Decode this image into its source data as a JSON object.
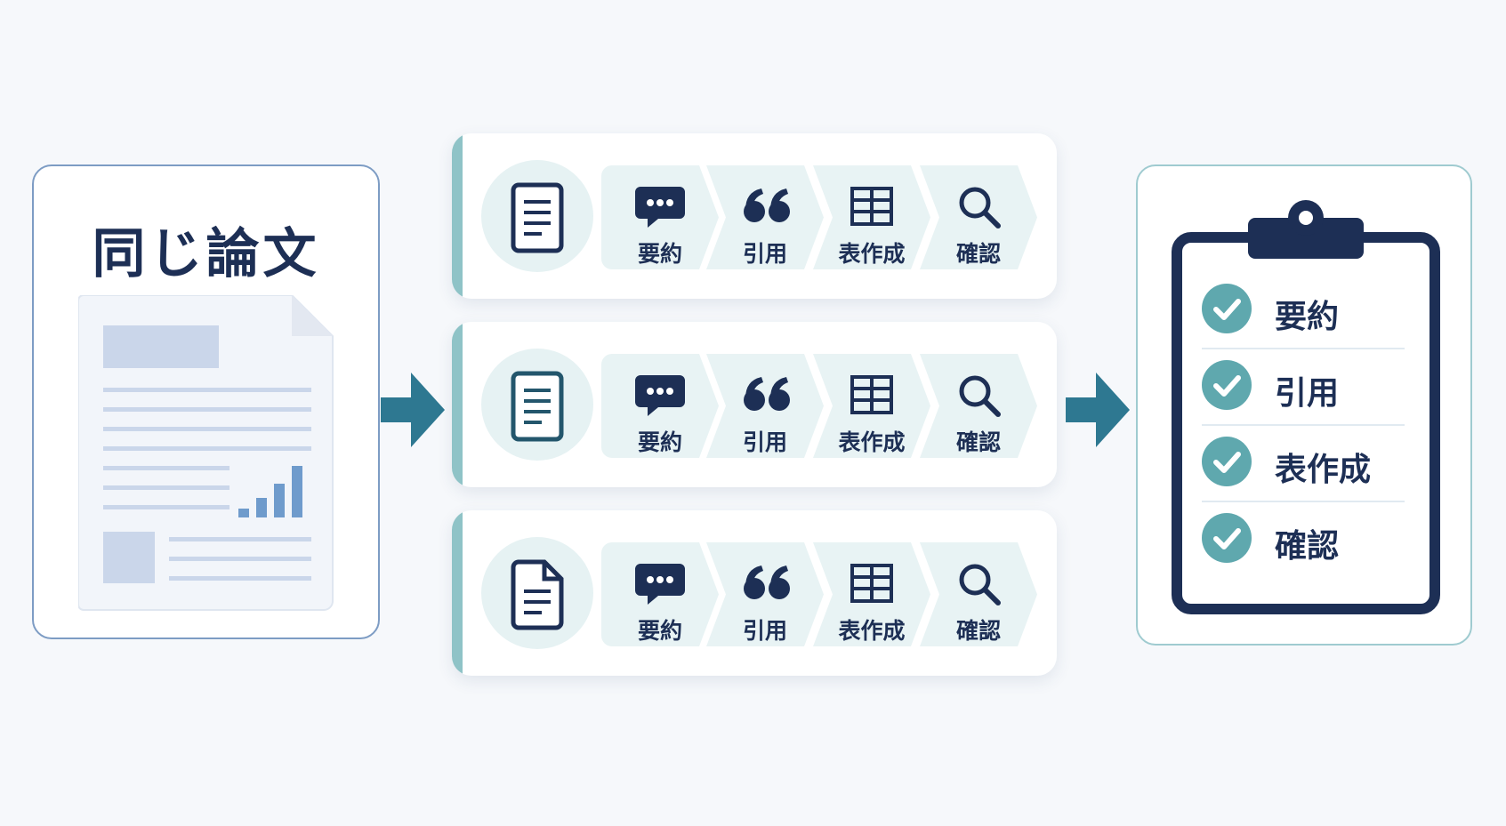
{
  "source": {
    "title": "同じ論文"
  },
  "rows": [
    {
      "steps": [
        "要約",
        "引用",
        "表作成",
        "確認"
      ]
    },
    {
      "steps": [
        "要約",
        "引用",
        "表作成",
        "確認"
      ]
    },
    {
      "steps": [
        "要約",
        "引用",
        "表作成",
        "確認"
      ]
    }
  ],
  "result": {
    "items": [
      "要約",
      "引用",
      "表作成",
      "確認"
    ]
  },
  "colors": {
    "navy": "#1d2f55",
    "teal": "#2e7891",
    "check_teal": "#5fa8ae",
    "step_bg": "#e8f3f4",
    "paper_blue": "#cad6ea"
  },
  "icons": {
    "source": "document-icon",
    "steps": [
      "speech-bubble-icon",
      "quote-icon",
      "table-icon",
      "magnifier-icon"
    ],
    "result": "clipboard-icon",
    "item": "check-icon"
  }
}
